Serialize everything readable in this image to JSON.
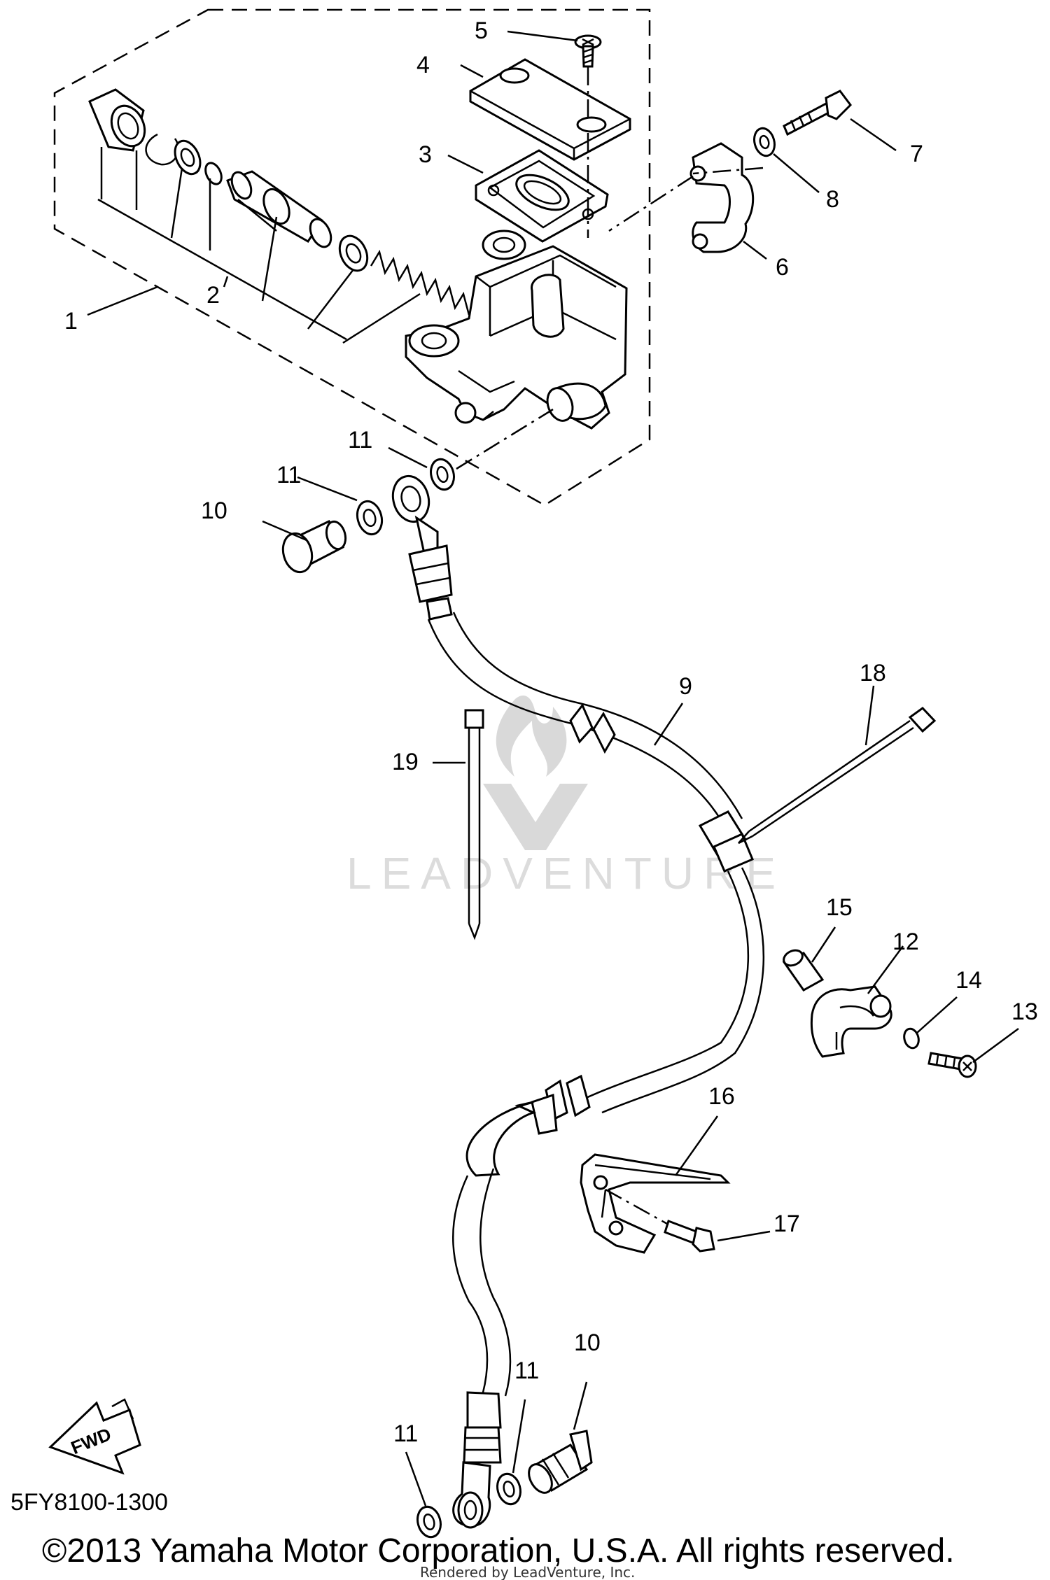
{
  "diagram": {
    "callouts": [
      "1",
      "2",
      "3",
      "4",
      "5",
      "6",
      "7",
      "8",
      "9",
      "10",
      "11",
      "12",
      "13",
      "14",
      "15",
      "16",
      "17",
      "18",
      "19"
    ],
    "repeated_callouts": {
      "10": "10",
      "11": "11"
    },
    "fwd_label": "FWD",
    "part_code": "5FY8100-1300",
    "watermark": "LEADVENTURE",
    "copyright": "©2013 Yamaha Motor Corporation, U.S.A. All rights reserved.",
    "rendered_by": "Rendered by LeadVenture, Inc."
  },
  "icons": {
    "fwd_arrow": "fwd-arrow-icon",
    "watermark_logo": "leadventure-logo-icon"
  }
}
